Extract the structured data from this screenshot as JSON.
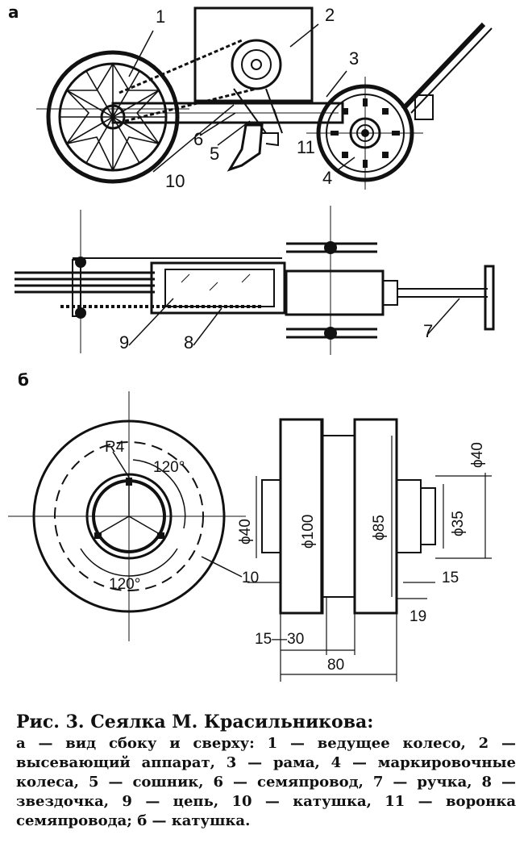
{
  "figure": {
    "section_a": "а",
    "section_b": "б",
    "callouts": [
      "1",
      "2",
      "3",
      "4",
      "5",
      "6",
      "7",
      "8",
      "9",
      "10",
      "11"
    ],
    "dims": {
      "r4": "R4",
      "angle_top": "120°",
      "angle_bottom": "120°",
      "d40_left": "ϕ40",
      "d100": "ϕ100",
      "d85": "ϕ85",
      "d40_right": "ϕ40",
      "d35": "ϕ35",
      "w10": "10",
      "w15": "15",
      "w19": "19",
      "w15_30": "15—30",
      "w80": "80"
    }
  },
  "caption": {
    "title": "Рис. 3. Сеялка М. Красильникова:",
    "text": "а — вид сбоку и сверху: 1 — ведущее колесо, 2 — высевающий аппарат, 3 — рама, 4 — маркировочные колеса, 5 — сошник, 6 — семяпровод, 7 — ручка, 8 — звездочка, 9 — цепь, 10 — катушка, 11 — воронка семяпровода; б — катушка."
  }
}
